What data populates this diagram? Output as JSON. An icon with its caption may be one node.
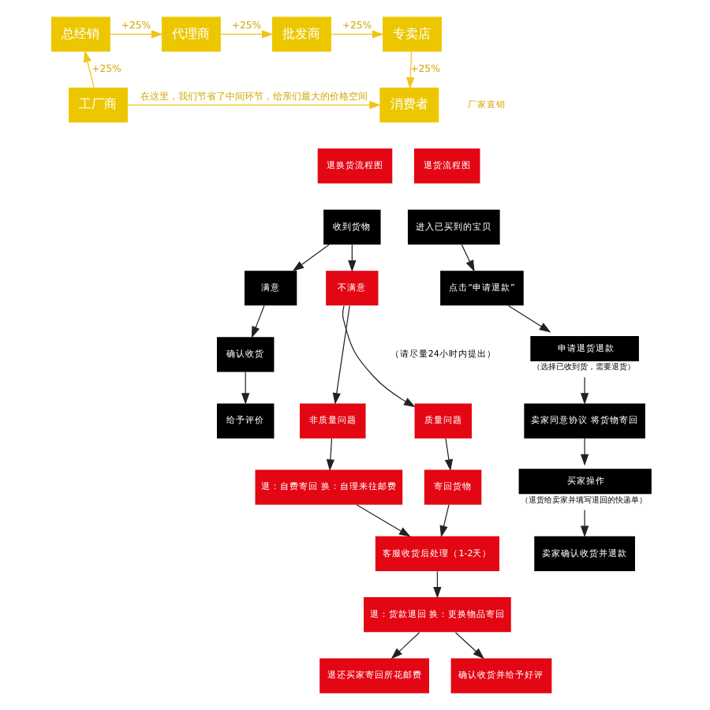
{
  "diagram": {
    "nodes": [
      {
        "text": [
          "总经销"
        ]
      },
      {
        "text": [
          "代理商"
        ]
      },
      {
        "text": [
          "批发商"
        ]
      },
      {
        "text": [
          "专卖店"
        ]
      },
      {
        "text": [
          "工厂商"
        ]
      },
      {
        "text": [
          "消费者"
        ]
      },
      {
        "text": [
          "退换货流程图"
        ]
      },
      {
        "text": [
          "收到货物"
        ]
      },
      {
        "text": [
          "满意"
        ]
      },
      {
        "text": [
          "确认收货"
        ]
      },
      {
        "text": [
          "给予评价"
        ]
      },
      {
        "text": [
          "不满意"
        ]
      },
      {
        "text": [
          "质量问题"
        ]
      },
      {
        "text": [
          "非质量问题"
        ]
      },
      {
        "text": [
          "寄回货物"
        ]
      },
      {
        "text": [
          "退：自费寄回 换：自理来往邮费"
        ]
      },
      {
        "text": [
          "客服收货后处理（1-2天）"
        ]
      },
      {
        "text": [
          "退：货款退回 换：更换物品寄回"
        ]
      },
      {
        "text": [
          "退还买家寄回所花邮费"
        ]
      },
      {
        "text": [
          "确认收货并给予好评"
        ]
      },
      {
        "text": [
          "退货流程图"
        ]
      },
      {
        "text": [
          "进入已买到的宝贝"
        ]
      },
      {
        "text": [
          "点击“申请退款”"
        ]
      },
      {
        "text": [
          "申请退货退款"
        ],
        "beside": [
          "（选择已收到货，需要退货）"
        ]
      },
      {
        "text": [
          "卖家同意协议 将货物寄回"
        ]
      },
      {
        "text": [
          "买家操作"
        ],
        "beside": [
          "（退货给卖家并填写退回的快递单）"
        ]
      },
      {
        "text": [
          "卖家确认收货并退款"
        ]
      }
    ],
    "edges": [
      {
        "from": 4,
        "to": 0,
        "arrow": "to",
        "label": "+25%",
        "color": "#f0c419"
      },
      {
        "from": 0,
        "to": 1,
        "arrow": "to",
        "label": "+25%",
        "color": "#f0c419"
      },
      {
        "from": 1,
        "to": 2,
        "arrow": "to",
        "label": "+25%",
        "color": "#f0c419"
      },
      {
        "from": 2,
        "to": 3,
        "arrow": "to",
        "label": "+25%",
        "color": "#f0c419"
      },
      {
        "from": 3,
        "to": 5,
        "arrow": "to",
        "label": "+25%",
        "color": "#f0c419"
      },
      {
        "from": 4,
        "to": 5,
        "arrow": "to",
        "label": "在这里，我们节省了中间环节，给亲们最大的价格空间",
        "color": "#f0c419"
      },
      {
        "from": 7,
        "to": 8,
        "arrow": "to"
      },
      {
        "from": 7,
        "to": 11,
        "arrow": "to"
      },
      {
        "from": 8,
        "to": 9,
        "arrow": "to"
      },
      {
        "from": 9,
        "to": 10,
        "arrow": "to"
      },
      {
        "from": 11,
        "to": 12,
        "arrow": "to"
      },
      {
        "from": 11,
        "to": 13,
        "arrow": "to"
      },
      {
        "from": 12,
        "to": 14,
        "arrow": "to"
      },
      {
        "from": 13,
        "to": 15,
        "arrow": "to"
      },
      {
        "from": 14,
        "to": 16,
        "arrow": "to"
      },
      {
        "from": 15,
        "to": 16,
        "arrow": "to"
      },
      {
        "from": 16,
        "to": 17,
        "arrow": "to"
      },
      {
        "from": 17,
        "to": 18,
        "arrow": "to"
      },
      {
        "from": 17,
        "to": 19,
        "arrow": "to"
      },
      {
        "from": 21,
        "to": 22,
        "arrow": "to"
      },
      {
        "from": 22,
        "to": 23,
        "arrow": "to"
      },
      {
        "from": 23,
        "to": 24,
        "arrow": "to"
      },
      {
        "from": 24,
        "to": 25,
        "arrow": "to"
      },
      {
        "from": 25,
        "to": 26,
        "arrow": "to"
      }
    ],
    "labels": [
      "厂家直销",
      "（请尽量24小时内提出）"
    ]
  }
}
